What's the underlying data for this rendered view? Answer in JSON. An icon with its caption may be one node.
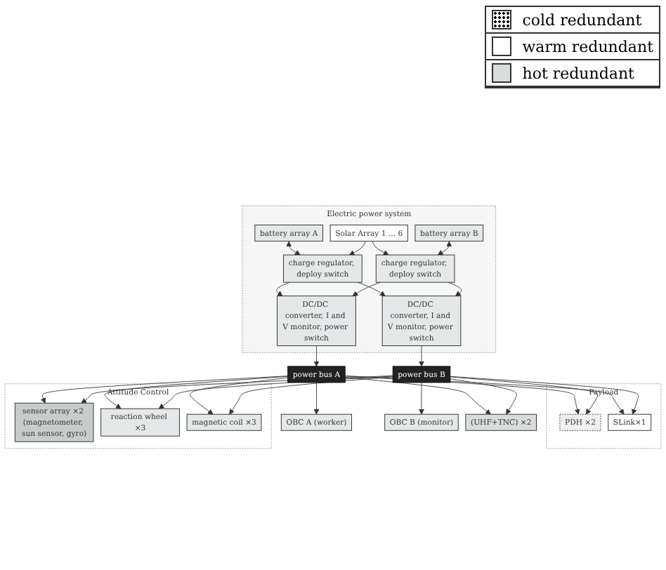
{
  "diagram": {
    "nodes": [
      {
        "text": [
          "Electric power system"
        ]
      },
      {
        "text": [
          "battery array A"
        ],
        "in": 0
      },
      {
        "text": [
          "Solar Array 1 ... 6"
        ],
        "in": 0
      },
      {
        "text": [
          "battery array B"
        ],
        "in": 0
      },
      {
        "text": [
          "charge regulator, deploy switch"
        ],
        "in": 0
      },
      {
        "text": [
          "charge regulator, deploy switch"
        ],
        "in": 0
      },
      {
        "text": [
          "DC/DC converter, I and V monitor, power switch"
        ],
        "in": 0
      },
      {
        "text": [
          "DC/DC converter, I and V monitor, power switch"
        ],
        "in": 0
      },
      {
        "text": [
          "OBC A (worker)"
        ]
      },
      {
        "text": [
          "OBC B (monitor)"
        ]
      },
      {
        "text": [
          "power bus A"
        ]
      },
      {
        "text": [
          "power bus B"
        ]
      },
      {
        "text": [
          "Payload"
        ]
      },
      {
        "text": [
          "PDH ×2"
        ],
        "in": 12
      },
      {
        "text": [
          "SLink×1"
        ],
        "in": 12
      },
      {
        "text": [
          "(UHF+TNC) ×2"
        ]
      },
      {
        "text": [
          "Attitude Control"
        ]
      },
      {
        "text": [
          "sensor array ×2 (magnetometer, sun sensor, gyro)"
        ],
        "in": 16
      },
      {
        "text": [
          "reaction wheel ×3"
        ],
        "in": 16
      },
      {
        "text": [
          "magnetic coil ×3"
        ],
        "in": 16
      }
    ],
    "edges": [
      {
        "from": 1,
        "to": 4,
        "arrow": "both"
      },
      {
        "from": 2,
        "to": 4,
        "arrow": "to"
      },
      {
        "from": 2,
        "to": 5,
        "arrow": "to"
      },
      {
        "from": 3,
        "to": 5,
        "arrow": "both"
      },
      {
        "from": 4,
        "to": 6,
        "arrow": "to"
      },
      {
        "from": 4,
        "to": 7,
        "arrow": "to"
      },
      {
        "from": 5,
        "to": 6,
        "arrow": "to"
      },
      {
        "from": 5,
        "to": 7,
        "arrow": "to"
      },
      {
        "from": 6,
        "to": 10,
        "arrow": "to"
      },
      {
        "from": 7,
        "to": 11,
        "arrow": "to"
      },
      {
        "from": 10,
        "to": 8,
        "arrow": "to"
      },
      {
        "from": 11,
        "to": 9,
        "arrow": "to"
      },
      {
        "from": 10,
        "to": 13,
        "arrow": "to"
      },
      {
        "from": 11,
        "to": 13,
        "arrow": "to"
      },
      {
        "from": 10,
        "to": 14,
        "arrow": "to"
      },
      {
        "from": 11,
        "to": 14,
        "arrow": "to"
      },
      {
        "from": 10,
        "to": 15,
        "arrow": "to"
      },
      {
        "from": 11,
        "to": 15,
        "arrow": "to"
      },
      {
        "from": 10,
        "to": 17,
        "arrow": "to"
      },
      {
        "from": 11,
        "to": 17,
        "arrow": "to"
      },
      {
        "from": 10,
        "to": 18,
        "arrow": "to"
      },
      {
        "from": 11,
        "to": 18,
        "arrow": "to"
      },
      {
        "from": 10,
        "to": 19,
        "arrow": "to"
      },
      {
        "from": 11,
        "to": 19,
        "arrow": "to"
      }
    ],
    "legend": [
      {
        "text": "cold redundant"
      },
      {
        "text": "warm redundant",
        "color": "#ffffff"
      },
      {
        "text": "hot redundant",
        "color": "#d8dcdc"
      }
    ]
  }
}
